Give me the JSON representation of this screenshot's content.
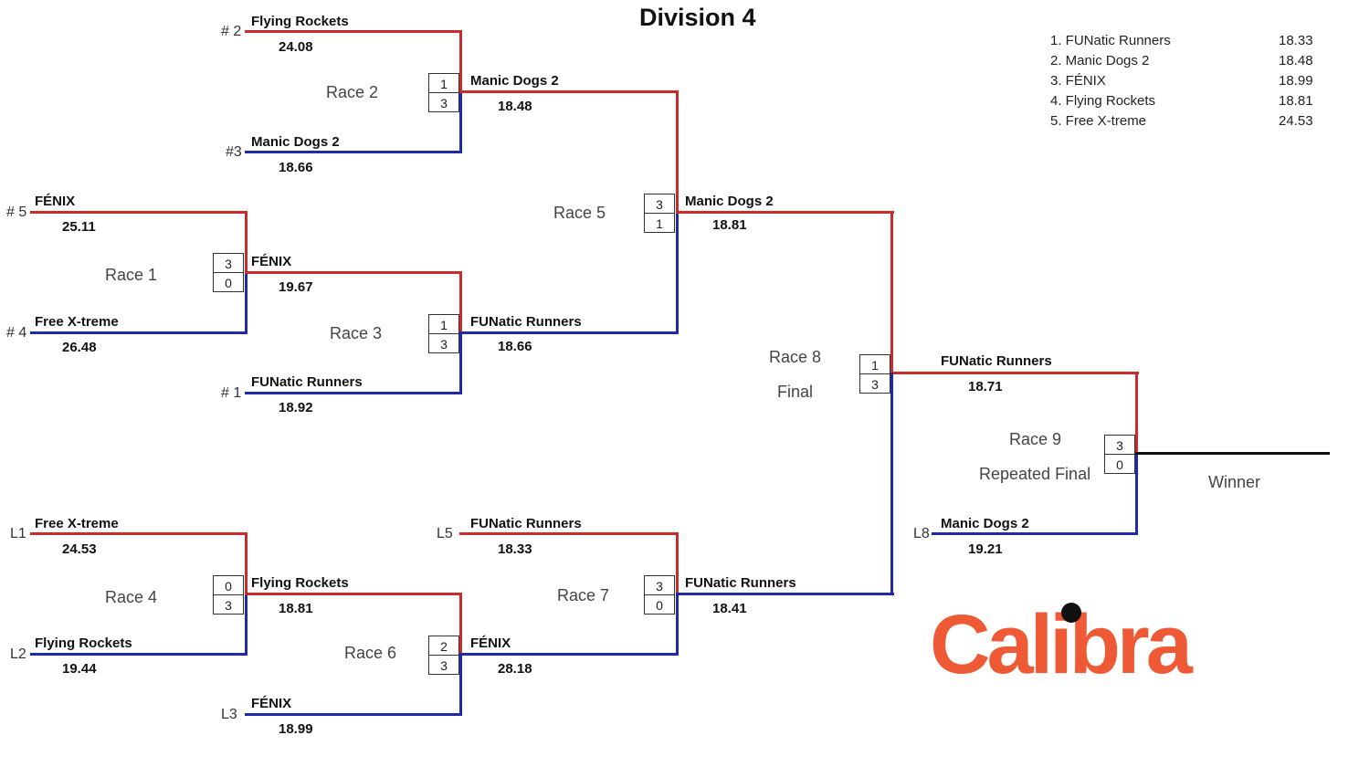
{
  "title": "Division 4",
  "rankings": [
    {
      "label": "1. FUNatic Runners",
      "time": "18.33"
    },
    {
      "label": "2. Manic Dogs 2",
      "time": "18.48"
    },
    {
      "label": "3. FÉNIX",
      "time": "18.99"
    },
    {
      "label": "4. Flying Rockets",
      "time": "18.81"
    },
    {
      "label": "5. Free X-treme",
      "time": "24.53"
    }
  ],
  "races": {
    "r1": {
      "label": "Race 1",
      "score_top": "3",
      "score_bottom": "0"
    },
    "r2": {
      "label": "Race 2",
      "score_top": "1",
      "score_bottom": "3"
    },
    "r3": {
      "label": "Race 3",
      "score_top": "1",
      "score_bottom": "3"
    },
    "r4": {
      "label": "Race 4",
      "score_top": "0",
      "score_bottom": "3"
    },
    "r5": {
      "label": "Race 5",
      "score_top": "3",
      "score_bottom": "1"
    },
    "r6": {
      "label": "Race 6",
      "score_top": "2",
      "score_bottom": "3"
    },
    "r7": {
      "label": "Race 7",
      "score_top": "3",
      "score_bottom": "0"
    },
    "r8": {
      "label": "Race 8",
      "sublabel": "Final",
      "score_top": "1",
      "score_bottom": "3"
    },
    "r9": {
      "label": "Race 9",
      "sublabel": "Repeated Final",
      "score_top": "3",
      "score_bottom": "0"
    }
  },
  "slots": {
    "s_fr2": {
      "seed": "# 2",
      "team": "Flying Rockets",
      "time": "24.08"
    },
    "s_md3": {
      "seed": "#3",
      "team": "Manic Dogs 2",
      "time": "18.66"
    },
    "s_fx5": {
      "seed": "# 5",
      "team": "FÉNIX",
      "time": "25.11"
    },
    "s_fxt4": {
      "seed": "# 4",
      "team": "Free X-treme",
      "time": "26.48"
    },
    "s_fn1": {
      "seed": "# 1",
      "team": "FUNatic Runners",
      "time": "18.92"
    },
    "w_r2": {
      "team": "Manic Dogs 2",
      "time": "18.48"
    },
    "w_r1": {
      "team": "FÉNIX",
      "time": "19.67"
    },
    "w_r3": {
      "team": "FUNatic Runners",
      "time": "18.66"
    },
    "w_r5": {
      "team": "Manic Dogs 2",
      "time": "18.81"
    },
    "w_r8": {
      "team": "FUNatic Runners",
      "time": "18.71"
    },
    "l_r9": {
      "seed": "L8",
      "team": "Manic Dogs 2",
      "time": "19.21"
    },
    "l1": {
      "seed": "L1",
      "team": "Free X-treme",
      "time": "24.53"
    },
    "l2": {
      "seed": "L2",
      "team": "Flying Rockets",
      "time": "19.44"
    },
    "l3": {
      "seed": "L3",
      "team": "FÉNIX",
      "time": "18.99"
    },
    "l5": {
      "seed": "L5",
      "team": "FUNatic Runners",
      "time": "18.33"
    },
    "w_r4": {
      "team": "Flying Rockets",
      "time": "18.81"
    },
    "w_r6": {
      "team": "FÉNIX",
      "time": "28.18"
    },
    "w_r7": {
      "team": "FUNatic Runners",
      "time": "18.41"
    }
  },
  "winner_label": "Winner",
  "logo_text": "Calibra"
}
